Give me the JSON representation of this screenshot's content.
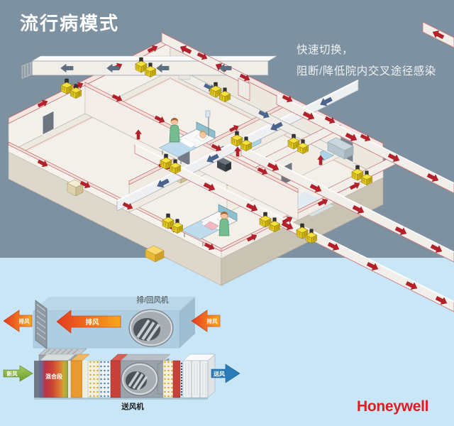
{
  "slide": {
    "title": "流行病模式",
    "subtitle_line1": "快速切换，",
    "subtitle_line2": "阻断/降低院内交叉途径感染"
  },
  "ahu": {
    "return_exhaust_fan": "排/回风机",
    "exhaust_air_out_left": "排风",
    "exhaust_air_duct": "排风",
    "exhaust_air_in_right": "排风",
    "fresh_air_in": "新风",
    "mixing_section": "混合段",
    "supply_fan": "送风机",
    "supply_air_out": "送风"
  },
  "brand": {
    "name": "Honeywell",
    "color": "#E11B22"
  },
  "colors": {
    "background_top": "#7D91A1",
    "background_bottom": "#C8E6F6",
    "exhaust_arrow_orange": "#EE5F1E",
    "supply_arrow_blue": "#2B7CB8",
    "fresh_air_green": "#7FAE3C",
    "duct_flow_red": "#B5212B",
    "return_flow_blue": "#4A6590",
    "damper_yellow": "#F6E23E",
    "floor_cream": "#EDE9E1"
  },
  "icons": {
    "dampers": "damper-actuator-icon",
    "exhaust_fan": "exhaust-return-fan-icon",
    "supply_fan": "supply-fan-icon",
    "beds": "patient-bed-icon",
    "staff": "nurse-figure-icon",
    "airflow": "airflow-arrow-icon"
  }
}
